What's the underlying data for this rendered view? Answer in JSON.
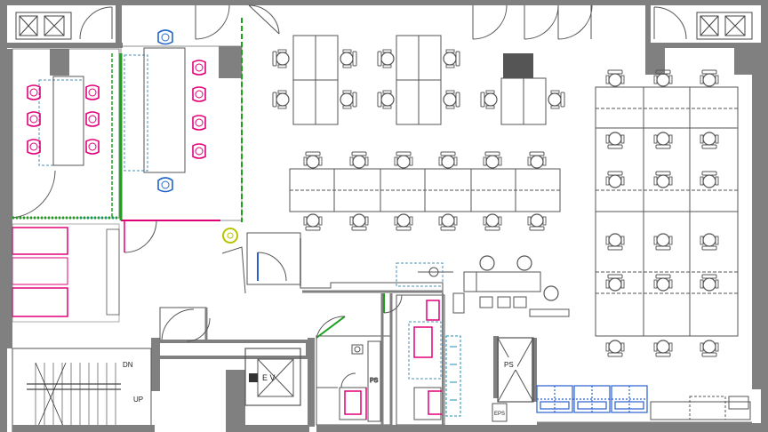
{
  "plan": {
    "labels": {
      "stair_dn": "DN",
      "stair_up": "UP",
      "elevator": "E V",
      "ps_left": "PS",
      "ps_right": "PS",
      "eps": "EPS"
    },
    "colors": {
      "wall": "#808080",
      "line": "#4d4d4d",
      "chair": "#5a5a5a",
      "meeting_chair": "#e0007a",
      "blue_chair": "#2266cc",
      "partition": "#1aa01a",
      "door_magenta": "#e0007a",
      "cabinet_blue": "#2a5fd0",
      "dashed_cyan": "#1a8fb5",
      "yellow_mark": "#b8c400"
    }
  }
}
